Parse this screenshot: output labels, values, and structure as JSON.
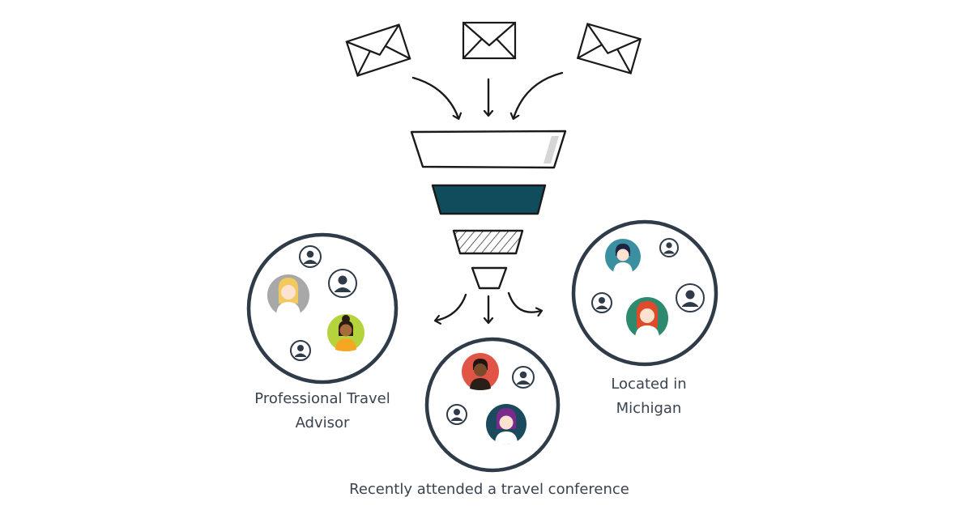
{
  "diagram": {
    "segments": {
      "left": "Professional Travel Advisor",
      "right": "Located in Michigan",
      "bottom": "Recently attended a travel conference"
    },
    "colors": {
      "ink": "#1a1a1a",
      "circle_border": "#2f3b48",
      "funnel_tier2": "#0f4c5c",
      "text": "#3a4350"
    }
  }
}
